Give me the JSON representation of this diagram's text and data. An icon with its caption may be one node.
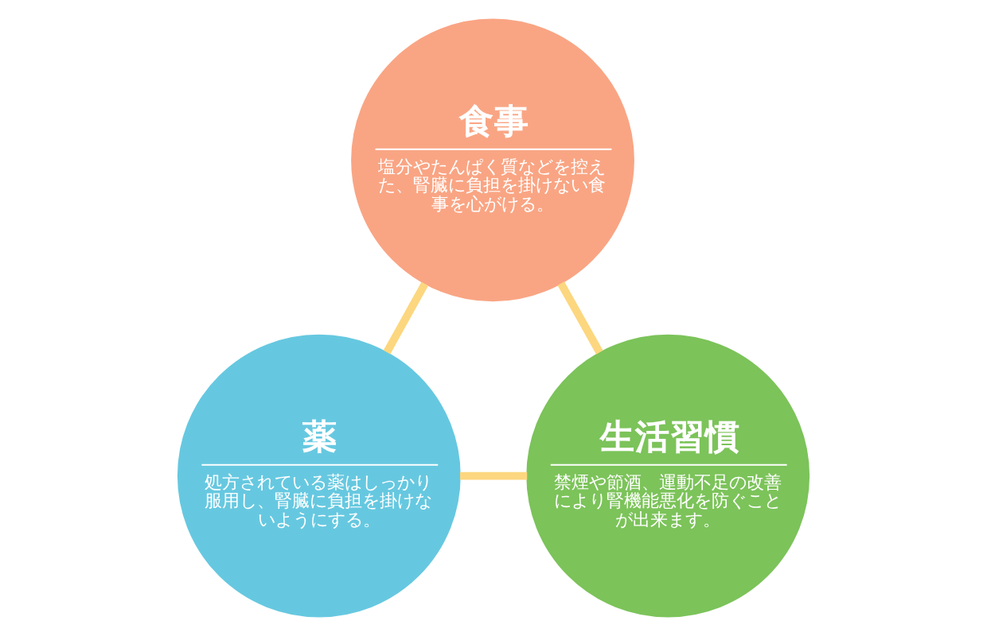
{
  "diagram": {
    "nodes": [
      {
        "text": [
          "食事",
          "塩分やたんぱく質などを控えた、腎臓に負担を掛けない食事を心がける。"
        ]
      },
      {
        "text": [
          "薬",
          "処方されている薬はしっかり服用し、腎臓に負担を掛けないようにする。"
        ]
      },
      {
        "text": [
          "生活習慣",
          "禁煙や節酒、運動不足の改善により腎機能悪化を防ぐことが出来ます。"
        ]
      }
    ],
    "edges": [
      {
        "from": 0,
        "to": 1,
        "arrow": "none"
      },
      {
        "from": 0,
        "to": 2,
        "arrow": "none"
      },
      {
        "from": 1,
        "to": 2,
        "arrow": "none"
      }
    ]
  }
}
